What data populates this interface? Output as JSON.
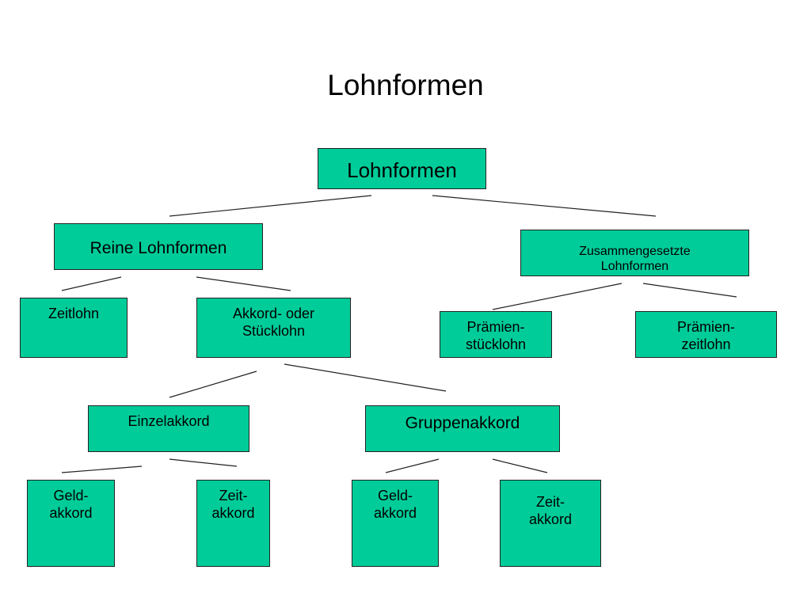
{
  "page": {
    "title": "Lohnformen"
  },
  "diagram": {
    "fill_color": "#00cc99",
    "line_color": "#222222",
    "nodes": {
      "root": "Lohnformen",
      "reine": "Reine Lohnformen",
      "zusammengesetzte": "Zusammengesetzte\nLohnformen",
      "zeitlohn": "Zeitlohn",
      "akkord": "Akkord- oder\nStücklohn",
      "praemien_stueck": "Prämien-\nstücklohn",
      "praemien_zeit": "Prämien-\nzeitlohn",
      "einzelakkord": "Einzelakkord",
      "gruppenakkord": "Gruppenakkord",
      "einzel_geld": "Geld-\nakkord",
      "einzel_zeit": "Zeit-\nakkord",
      "gruppe_geld": "Geld-\nakkord",
      "gruppe_zeit": "Zeit-\nakkord"
    }
  }
}
